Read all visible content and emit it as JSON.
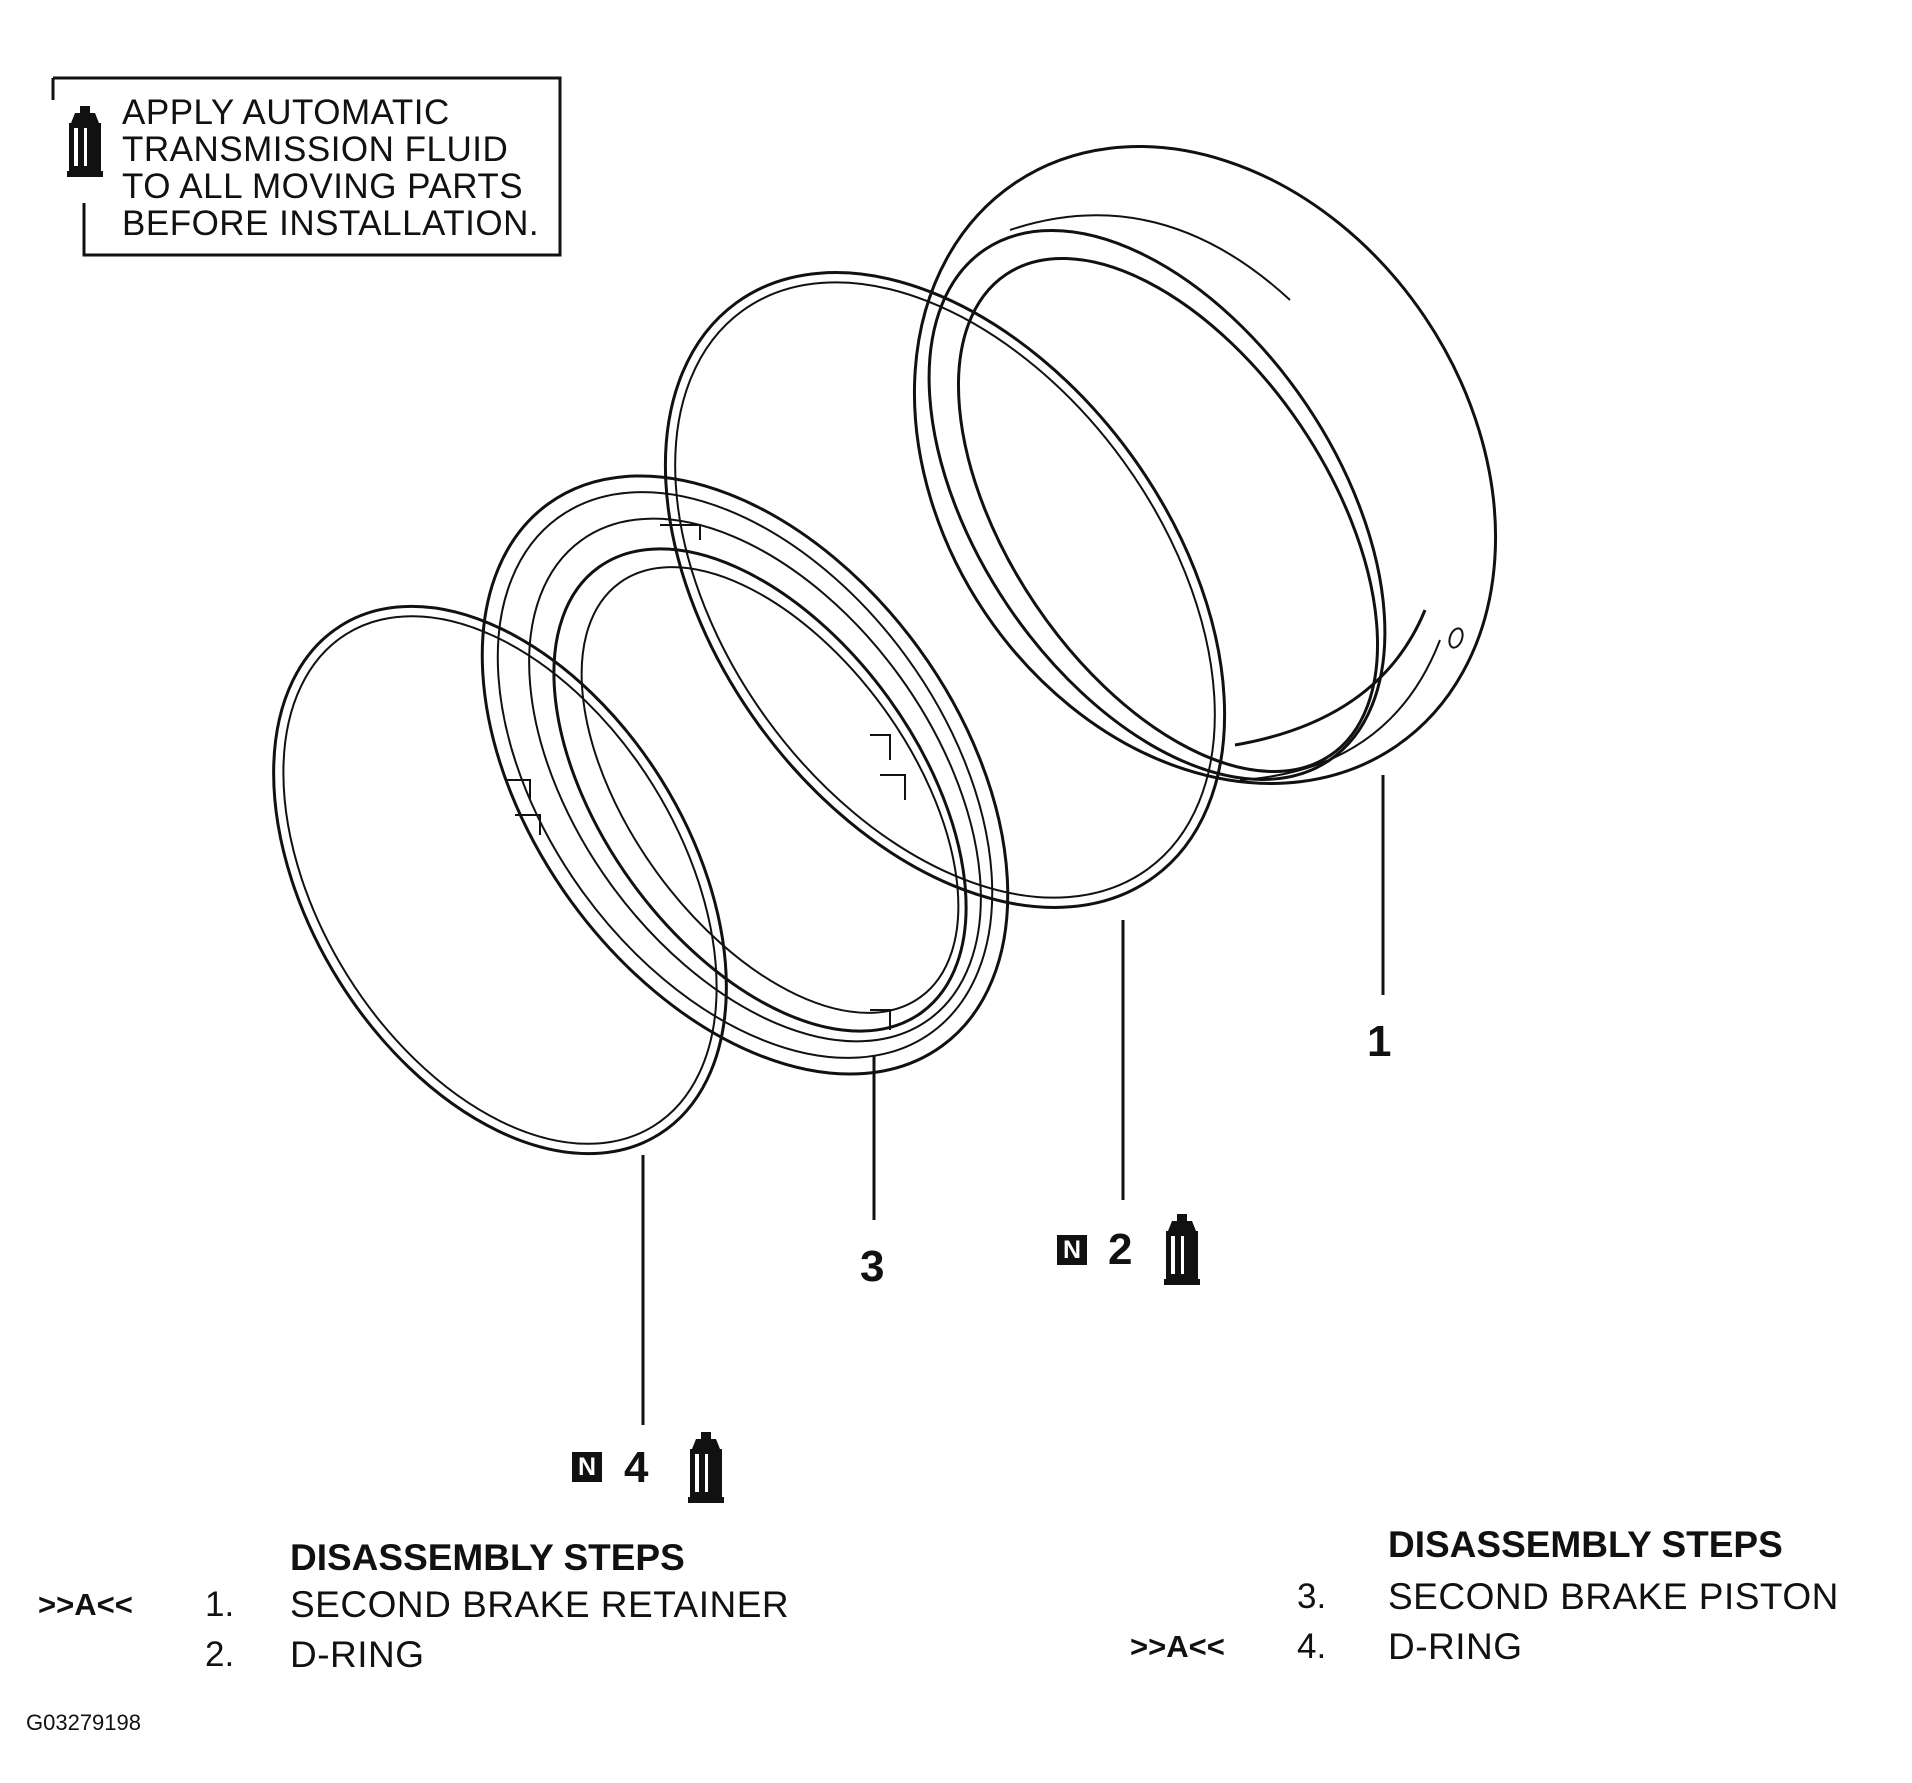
{
  "note": {
    "lines": [
      "APPLY AUTOMATIC",
      "TRANSMISSION FLUID",
      "TO ALL MOVING PARTS",
      "BEFORE INSTALLATION."
    ],
    "icon": "fluid-bottle-icon"
  },
  "callouts": {
    "part1": "1",
    "part2": "2",
    "part3": "3",
    "part4": "4",
    "new_part_mark": "N"
  },
  "steps_left": {
    "heading": "DISASSEMBLY STEPS",
    "items": [
      {
        "marker": ">>A<<",
        "num": "1.",
        "text": "SECOND BRAKE RETAINER"
      },
      {
        "marker": "",
        "num": "2.",
        "text": "D-RING"
      }
    ]
  },
  "steps_right": {
    "heading": "DISASSEMBLY STEPS",
    "items": [
      {
        "marker": "",
        "num": "3.",
        "text": "SECOND BRAKE PISTON"
      },
      {
        "marker": ">>A<<",
        "num": "4.",
        "text": "D-RING"
      }
    ]
  },
  "figure_id": "G03279198"
}
